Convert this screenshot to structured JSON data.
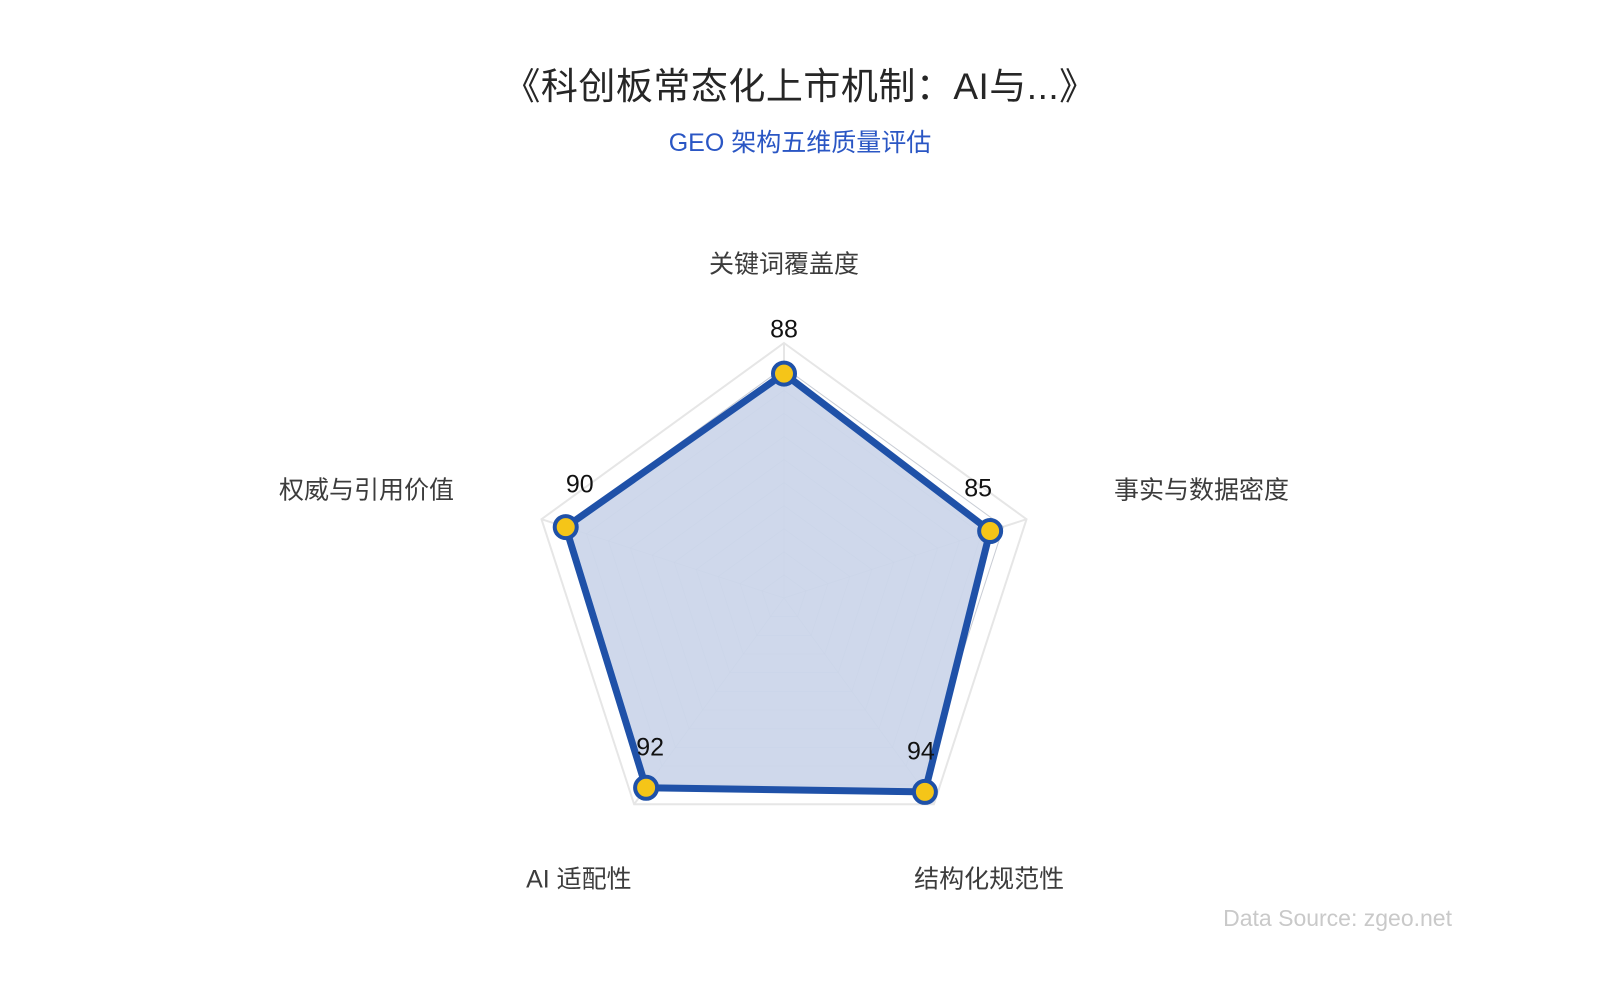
{
  "header": {
    "title": "《科创板常态化上市机制：AI与...》",
    "subtitle": "GEO 架构五维质量评估"
  },
  "footer": {
    "data_source": "Data Source: zgeo.net"
  },
  "colors": {
    "line": "#1f51a8",
    "fill": "#ccd6ea",
    "marker": "#f5c518",
    "marker_border": "#1f51a8",
    "grid": "#9aa3b0",
    "outer_ring": "#e6e6e6",
    "subtitle": "#2a56c4",
    "title": "#262626",
    "footer": "#c9c9c9"
  },
  "chart_data": {
    "type": "radar",
    "title": "《科创板常态化上市机制：AI与...》",
    "subtitle": "GEO 架构五维质量评估",
    "categories": [
      "关键词覆盖度",
      "事实与数据密度",
      "结构化规范性",
      "AI 适配性",
      "权威与引用价值"
    ],
    "values": [
      88,
      85,
      94,
      92,
      90
    ],
    "series": [
      {
        "name": "GEO 架构五维质量评估",
        "values": [
          88,
          85,
          94,
          92,
          90
        ]
      }
    ],
    "value_labels": [
      "88",
      "85",
      "94",
      "92",
      "90"
    ],
    "rmin": 0,
    "rmax": 100,
    "rings": 10,
    "grid": true,
    "legend": "none",
    "show_value_labels": true,
    "xlabel": "",
    "ylabel": ""
  }
}
